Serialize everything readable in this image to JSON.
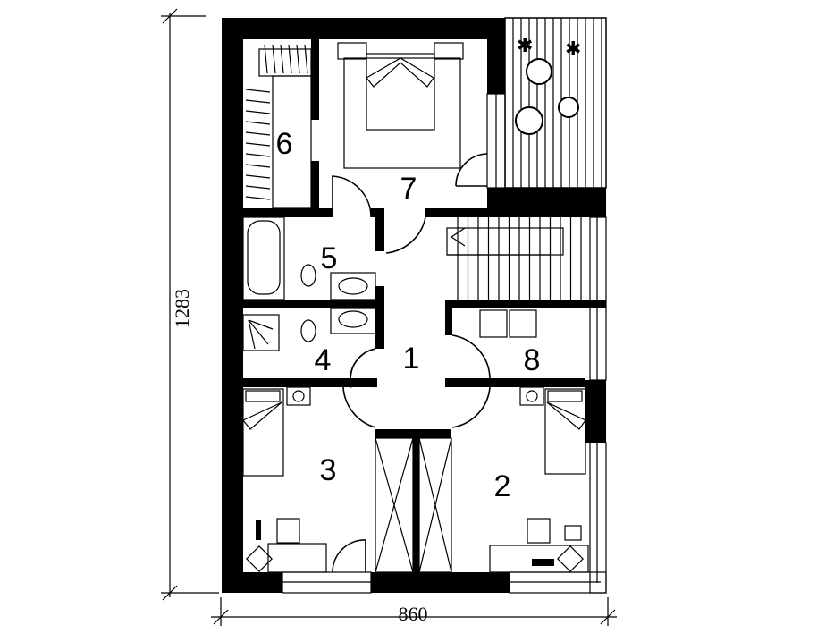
{
  "plan": {
    "dimensions": {
      "height_label": "1283",
      "width_label": "860"
    },
    "rooms": [
      {
        "id": "1",
        "label": "1"
      },
      {
        "id": "2",
        "label": "2"
      },
      {
        "id": "3",
        "label": "3"
      },
      {
        "id": "4",
        "label": "4"
      },
      {
        "id": "5",
        "label": "5"
      },
      {
        "id": "6",
        "label": "6"
      },
      {
        "id": "7",
        "label": "7"
      },
      {
        "id": "8",
        "label": "8"
      }
    ]
  },
  "colors": {
    "ink": "#000000",
    "paper": "#ffffff"
  }
}
